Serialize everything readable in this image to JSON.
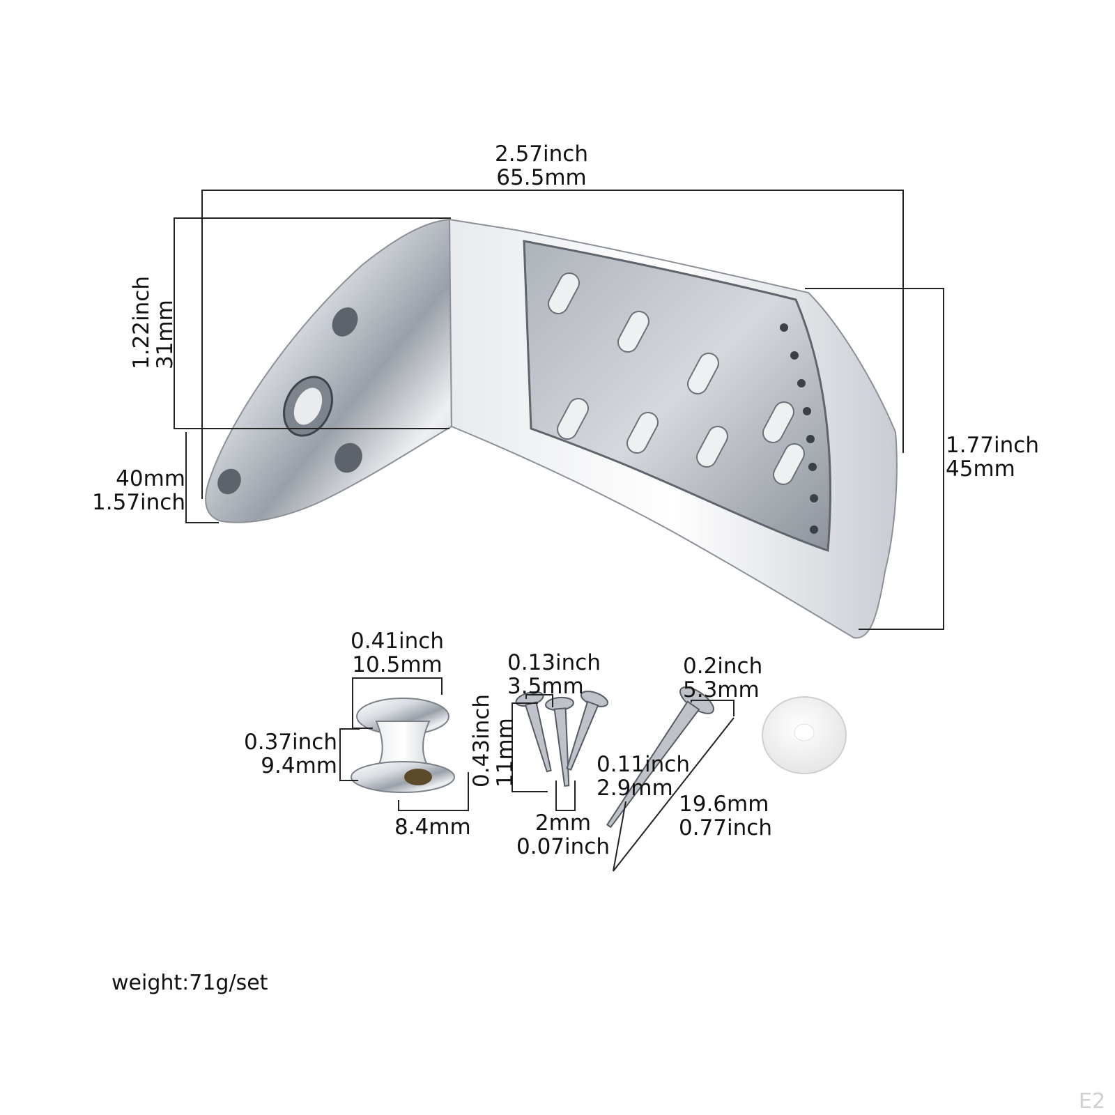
{
  "dimensions": {
    "tailpiece_width": {
      "inch": "2.57inch",
      "mm": "65.5mm"
    },
    "tailpiece_height_left": {
      "inch": "1.22inch",
      "mm": "31mm"
    },
    "tailpiece_drop": {
      "mm": "40mm",
      "inch": "1.57inch"
    },
    "tailpiece_height_right": {
      "inch": "1.77inch",
      "mm": "45mm"
    },
    "button_top_width": {
      "inch": "0.41inch",
      "mm": "10.5mm"
    },
    "button_height": {
      "inch": "0.37inch",
      "mm": "9.4mm"
    },
    "button_base_width": {
      "mm": "8.4mm"
    },
    "small_screw_head": {
      "inch": "0.13inch",
      "mm": "3.5mm"
    },
    "small_screw_length": {
      "inch": "0.43inch",
      "mm": "11mm"
    },
    "small_screw_shank": {
      "mm": "2mm",
      "inch": "0.07inch"
    },
    "large_screw_head": {
      "inch": "0.2inch",
      "mm": "5.3mm"
    },
    "large_screw_shank": {
      "inch": "0.11inch",
      "mm": "2.9mm"
    },
    "large_screw_length": {
      "mm": "19.6mm",
      "inch": "0.77inch"
    }
  },
  "weight": "weight:71g/set",
  "corner_tag": "E2",
  "colors": {
    "chrome": "#c8ccd2",
    "chrome_dark": "#6f747c",
    "felt": "#f4f4f4",
    "line": "#222222"
  }
}
